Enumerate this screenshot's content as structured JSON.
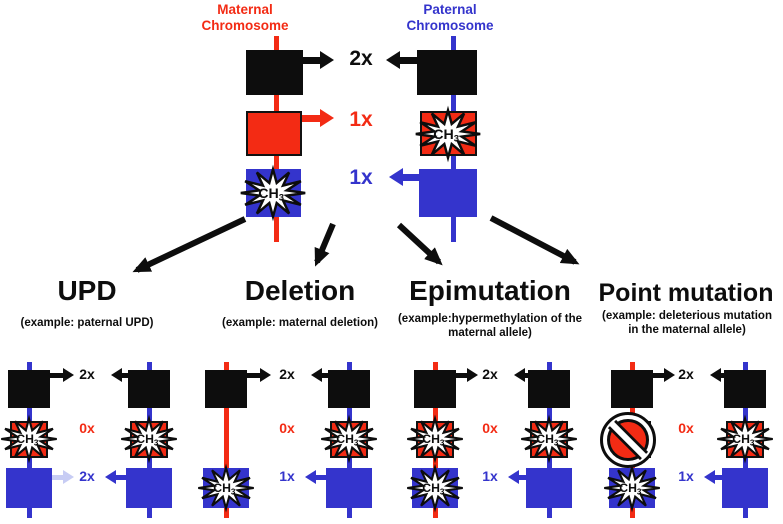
{
  "figure": {
    "top": {
      "maternal_chromosome_label": "Maternal Chromosome",
      "paternal_chromosome_label": "Paternal Chromosome",
      "expression": [
        "2x",
        "1x",
        "1x"
      ]
    },
    "methyl_label": {
      "main": "CH",
      "sub": "3"
    },
    "panels": [
      {
        "title": "UPD",
        "example": "(example: paternal UPD)",
        "expression": [
          "2x",
          "0x",
          "2x"
        ]
      },
      {
        "title": "Deletion",
        "example": "(example: maternal deletion)",
        "expression": [
          "2x",
          "0x",
          "1x"
        ]
      },
      {
        "title": "Epimutation",
        "example": "(example:hypermethylation of the maternal allele)",
        "expression": [
          "2x",
          "0x",
          "1x"
        ]
      },
      {
        "title": "Point mutation",
        "example": "(example: deleterious mutation in the maternal allele)",
        "expression": [
          "2x",
          "0x",
          "1x"
        ]
      }
    ],
    "colors": {
      "maternal_red": "#f32b14",
      "paternal_blue": "#3434cc",
      "gene_black": "#0d0d0d",
      "faded_blue_arrow": "#c7ccf4",
      "background": "#ffffff"
    }
  }
}
